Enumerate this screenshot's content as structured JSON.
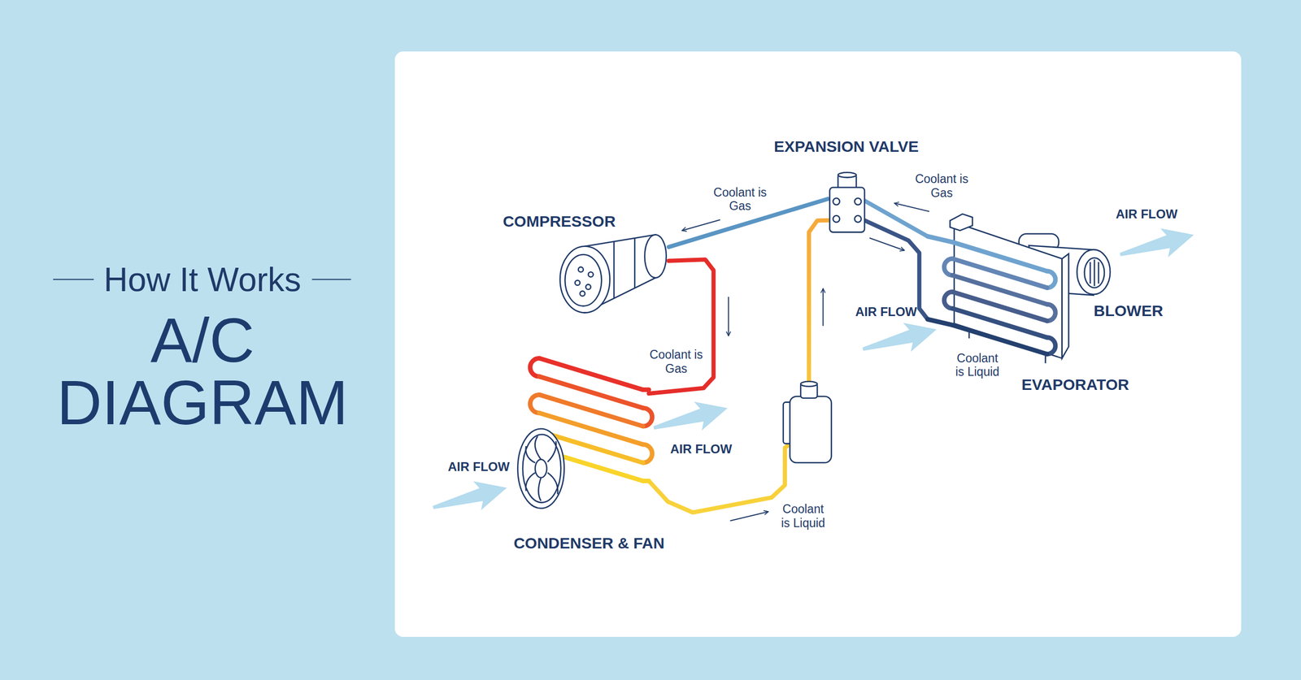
{
  "diagram": {
    "title": "A/C DIAGRAM",
    "nodes": [
      {
        "text": [
          "EXPANSION VALVE"
        ]
      },
      {
        "text": [
          "COMPRESSOR"
        ]
      },
      {
        "text": [
          "BLOWER"
        ]
      },
      {
        "text": [
          "EVAPORATOR"
        ]
      },
      {
        "text": [
          "CONDENSER & FAN"
        ]
      }
    ],
    "edges": [
      {
        "from": 0,
        "to": 1,
        "label": "Coolant is Gas",
        "arrow": "none"
      },
      {
        "from": 1,
        "to": 4,
        "label": "Coolant is Gas",
        "arrow": "none"
      },
      {
        "from": 4,
        "to": 0,
        "label": "Coolant is Liquid",
        "arrow": "none"
      },
      {
        "from": 0,
        "to": 3,
        "label": "Coolant is Liquid",
        "arrow": "none"
      },
      {
        "from": 3,
        "to": 0,
        "label": "Coolant is Gas",
        "arrow": "none"
      }
    ],
    "labels": [
      "How It Works",
      "AIR FLOW",
      "AIR FLOW",
      "AIR FLOW",
      "AIR FLOW"
    ]
  }
}
